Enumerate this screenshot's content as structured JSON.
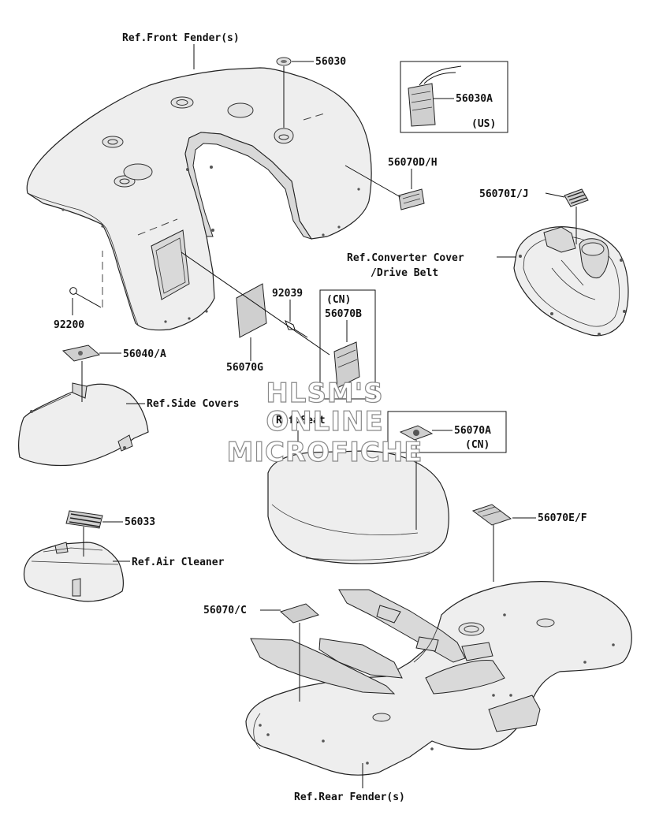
{
  "watermark": {
    "line1": "HLSM'S",
    "line2": "ONLINE",
    "line3": "MICROFICHE"
  },
  "references": {
    "front_fender": "Ref.Front Fender(s)",
    "side_covers": "Ref.Side Covers",
    "seat": "Ref.Seat",
    "air_cleaner": "Ref.Air Cleaner",
    "converter_cover_1": "Ref.Converter Cover",
    "converter_cover_2": "/Drive Belt",
    "rear_fender": "Ref.Rear Fender(s)"
  },
  "parts": {
    "p56030": "56030",
    "p56030A": "56030A",
    "p56030A_region": "(US)",
    "p56070DH": "56070D/H",
    "p56070IJ": "56070I/J",
    "p92039": "92039",
    "p56070B_region": "(CN)",
    "p56070B": "56070B",
    "p92200": "92200",
    "p56040A": "56040/A",
    "p56070G": "56070G",
    "p56070A": "56070A",
    "p56070A_region": "(CN)",
    "p56033": "56033",
    "p56070EF": "56070E/F",
    "p56070C": "56070/C"
  }
}
